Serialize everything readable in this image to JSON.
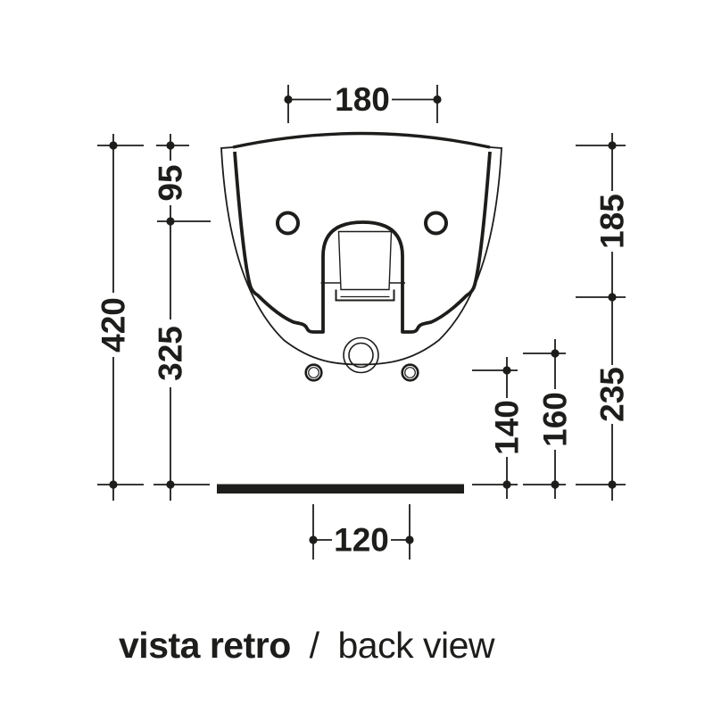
{
  "meta": {
    "ink_color": "#1d1d1b",
    "paper_color": "#ffffff",
    "drawing_type": "technical dimension drawing"
  },
  "caption": {
    "italian": "vista retro",
    "separator": "/",
    "english": "back view"
  },
  "dimensions": {
    "mounting_holes_spacing": "180",
    "top_to_holes": "95",
    "top_to_side_step": "185",
    "overall_height": "420",
    "holes_to_floor": "325",
    "fixing_holes_height": "140",
    "drain_center_height": "160",
    "side_step_to_floor": "235",
    "bottom_fixing_spacing": "120"
  }
}
